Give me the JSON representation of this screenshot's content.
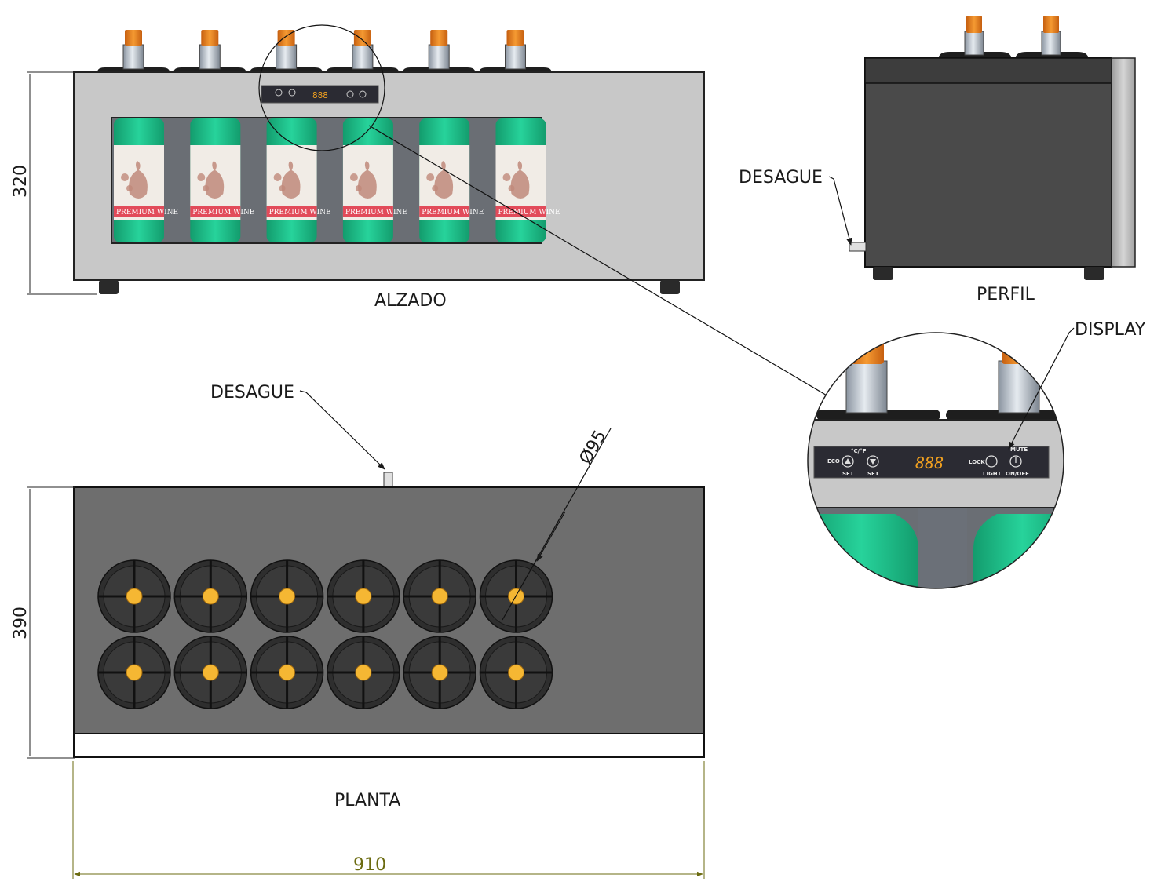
{
  "views": {
    "elevation": "ALZADO",
    "profile": "PERFIL",
    "plan": "PLANTA"
  },
  "callouts": {
    "drain_profile": "DESAGUE",
    "drain_plan": "DESAGUE",
    "display": "DISPLAY",
    "diameter": "Ø95"
  },
  "dimensions": {
    "height": "320",
    "depth": "390",
    "width": "910"
  },
  "display_panel": {
    "readout": "888",
    "eco": "ECO",
    "unit": "°C/°F",
    "set_up": "SET",
    "set_down": "SET",
    "lock": "LOCK",
    "light": "LIGHT",
    "mute": "MUTE",
    "onoff": "ON/OFF"
  },
  "bottle_label": "PREMIUM WINE",
  "product": {
    "bottles_front": 6,
    "plan_rows": 2,
    "plan_cols": 6
  },
  "colors": {
    "cabinet_front": "#c8c8c8",
    "cabinet_dark": "#4a4a4a",
    "bottle_green": "#1fbf8a",
    "cap_orange": "#f08a1e",
    "holder_dark": "#2e2e2e",
    "plug_yellow": "#f5b733",
    "dimension_olive": "#6b6b10"
  }
}
